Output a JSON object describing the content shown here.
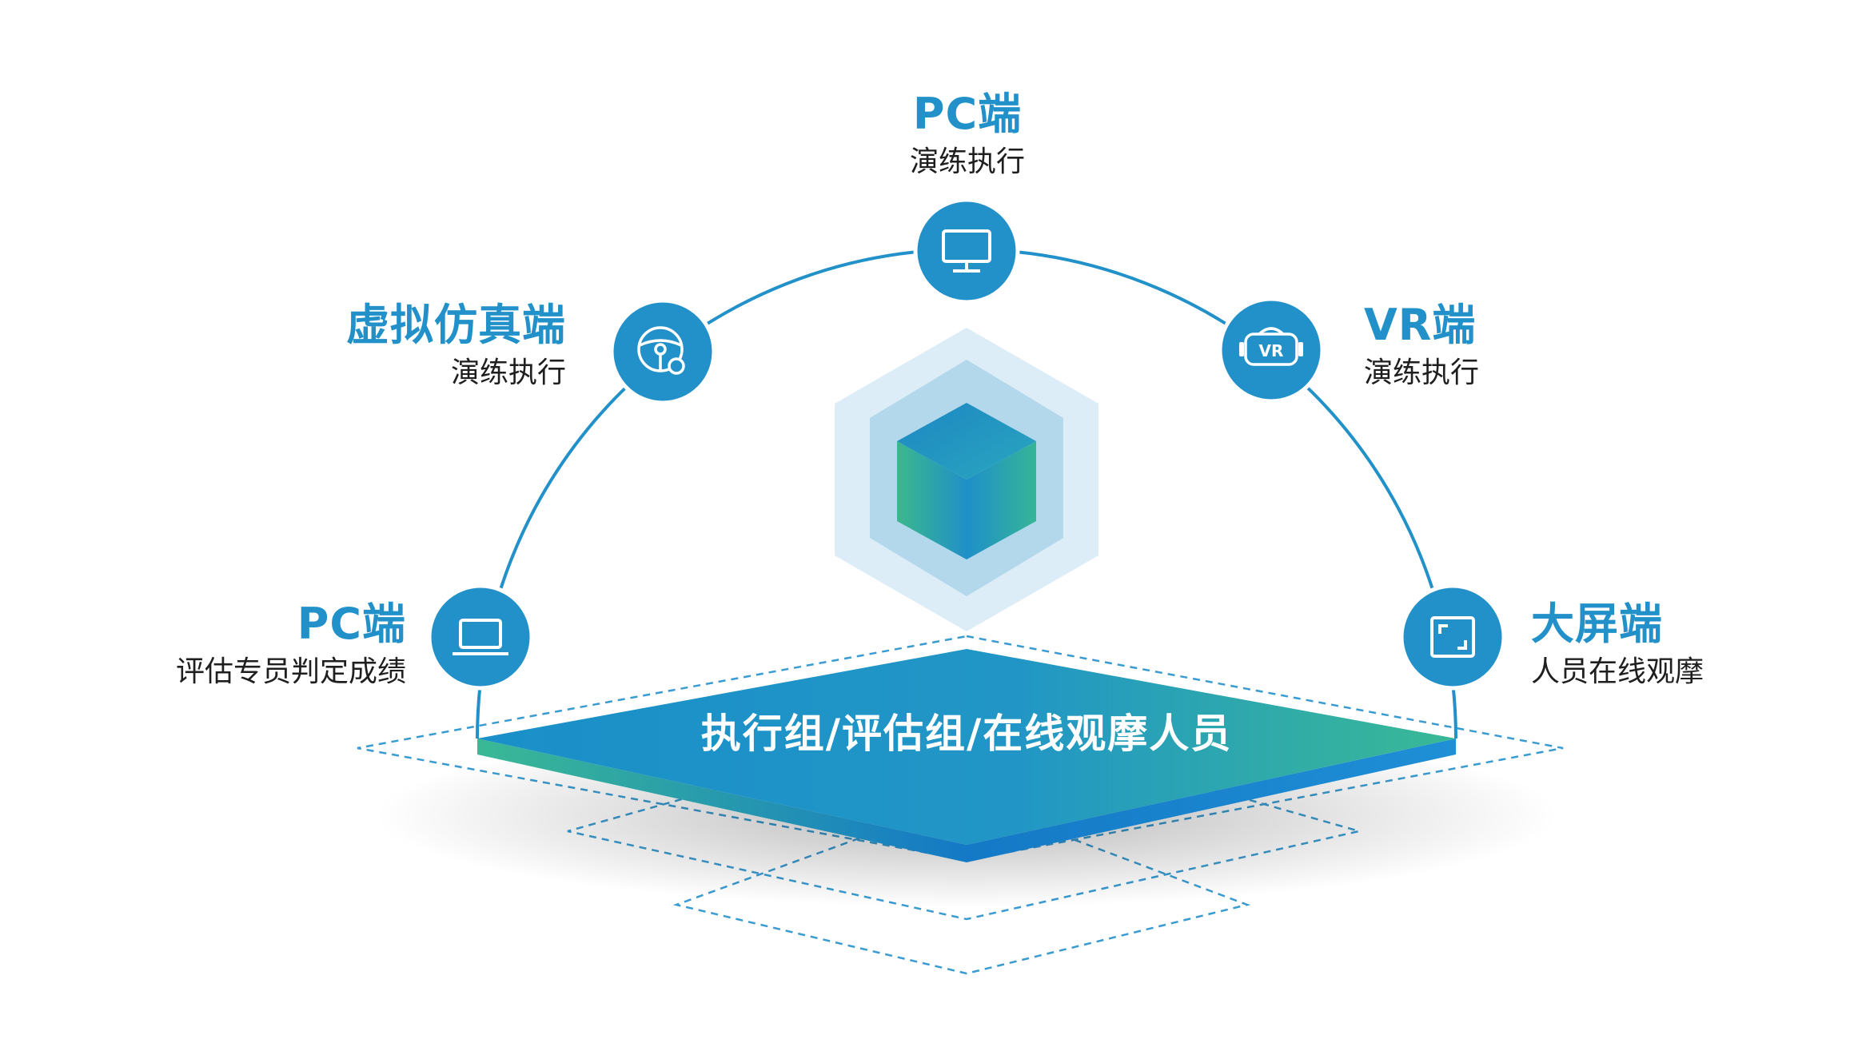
{
  "nodes": {
    "top": {
      "title": "PC端",
      "subtitle": "演练执行",
      "icon": "monitor-icon"
    },
    "upper_left": {
      "title": "虚拟仿真端",
      "subtitle": "演练执行",
      "icon": "steering-wheel-icon"
    },
    "upper_right": {
      "title": "VR端",
      "subtitle": "演练执行",
      "icon": "vr-headset-icon",
      "icon_text": "VR"
    },
    "lower_left": {
      "title": "PC端",
      "subtitle": "评估专员判定成绩",
      "icon": "laptop-icon"
    },
    "lower_right": {
      "title": "大屏端",
      "subtitle": "人员在线观摩",
      "icon": "big-screen-icon"
    }
  },
  "platform": {
    "label": "执行组/评估组/在线观摩人员"
  },
  "colors": {
    "primary_blue": "#2291c9",
    "teal_green": "#3bbf8f",
    "hex_light": "#d9ecf6",
    "hex_mid": "#b3d8ec",
    "dashed_line": "#3a9bd1"
  }
}
